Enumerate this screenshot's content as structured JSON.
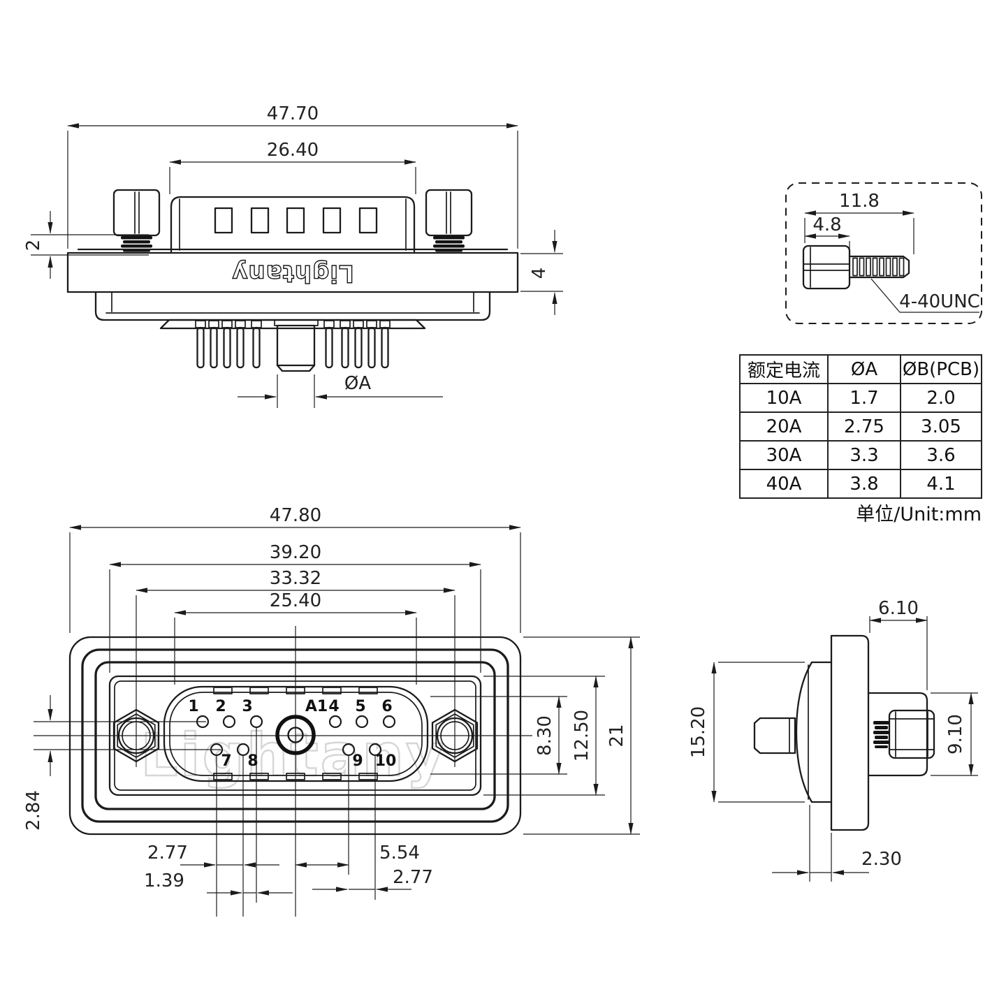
{
  "brand": {
    "logo_text": "Lightany",
    "watermark_text": "Lightany"
  },
  "rear_view": {
    "dim_overall_width": "47.70",
    "dim_shell_width": "26.40",
    "dim_screw_standoff": "2",
    "dim_flange_thickness": "4",
    "center_pin_dia_label": "ØA"
  },
  "screw_detail": {
    "dim_total_length": "11.8",
    "dim_head_length": "4.8",
    "thread_spec": "4-40UNC"
  },
  "spec_table": {
    "headers": [
      "额定电流",
      "ØA",
      "ØB(PCB)"
    ],
    "rows": [
      [
        "10A",
        "1.7",
        "2.0"
      ],
      [
        "20A",
        "2.75",
        "3.05"
      ],
      [
        "30A",
        "3.3",
        "3.6"
      ],
      [
        "40A",
        "3.8",
        "4.1"
      ]
    ],
    "unit_note": "单位/Unit:mm"
  },
  "front_view": {
    "dim_overall_width": "47.80",
    "dim_panel_width": "39.20",
    "dim_screw_spacing": "33.32",
    "dim_insert_width": "25.40",
    "dim_row_offset": "2.84",
    "dim_pitch_left": "2.77",
    "dim_stagger": "1.39",
    "dim_center_to_pin9": "5.54",
    "dim_pitch_right": "2.77",
    "dim_insert_height": "8.30",
    "dim_shell_height": "12.50",
    "dim_overall_height": "21",
    "pins_top": [
      "1",
      "2",
      "3",
      "A1",
      "4",
      "5",
      "6"
    ],
    "pins_bottom": [
      "7",
      "8",
      "9",
      "10"
    ]
  },
  "side_view": {
    "dim_back_depth": "6.10",
    "dim_flange_height": "15.20",
    "dim_body_height": "9.10",
    "dim_panel_gap": "2.30"
  }
}
